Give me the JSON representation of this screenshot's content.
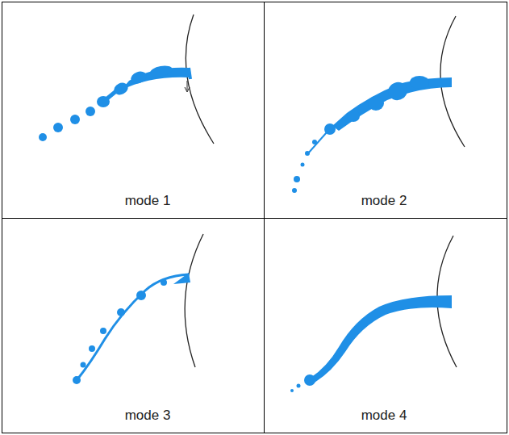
{
  "diagram": {
    "nodes": [
      {
        "text": [
          "mode 1"
        ]
      },
      {
        "text": [
          "mode 2"
        ]
      },
      {
        "text": [
          "mode 3"
        ]
      },
      {
        "text": [
          "mode 4"
        ]
      }
    ]
  }
}
